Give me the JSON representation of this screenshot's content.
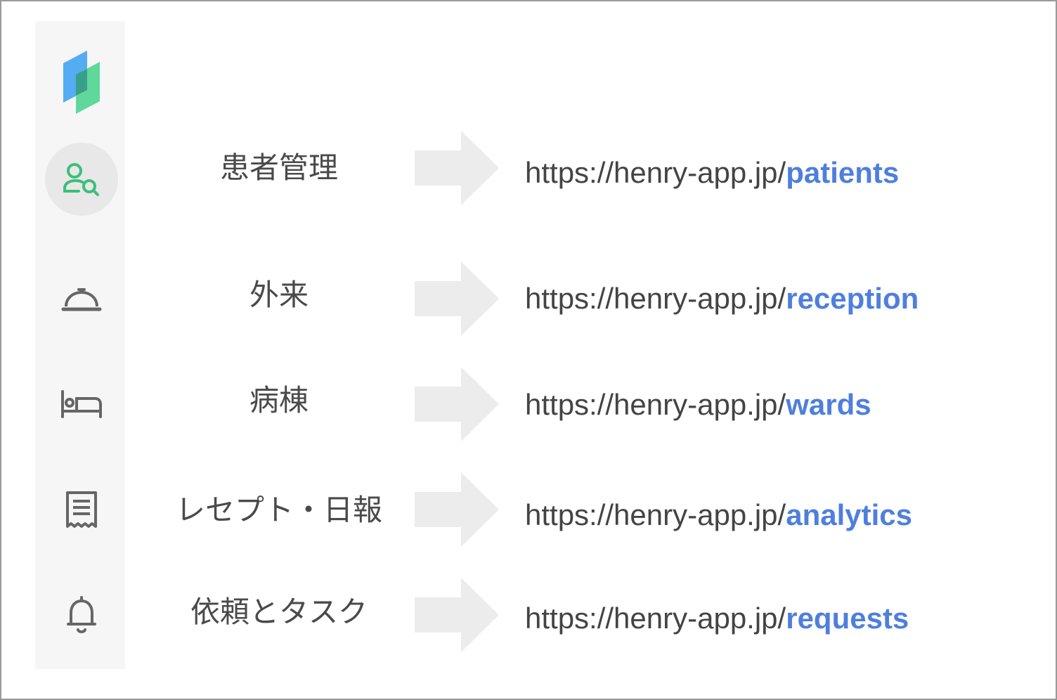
{
  "colors": {
    "accent_link": "#4f7fdd",
    "active_icon": "#3bbf7a",
    "icon_gray": "#666666",
    "arrow_fill": "#ececec"
  },
  "nav": [
    {
      "icon": "person-search-icon",
      "active": true
    },
    {
      "icon": "reception-bell-icon",
      "active": false
    },
    {
      "icon": "bed-icon",
      "active": false
    },
    {
      "icon": "receipt-icon",
      "active": false
    },
    {
      "icon": "bell-icon",
      "active": false
    }
  ],
  "rows": [
    {
      "label": "患者管理",
      "url_base": "https://henry-app.jp/",
      "url_path": "patients"
    },
    {
      "label": "外来",
      "url_base": "https://henry-app.jp/",
      "url_path": "reception"
    },
    {
      "label": "病棟",
      "url_base": "https://henry-app.jp/",
      "url_path": "wards"
    },
    {
      "label": "レセプト・日報",
      "url_base": "https://henry-app.jp/",
      "url_path": "analytics"
    },
    {
      "label": "依頼とタスク",
      "url_base": "https://henry-app.jp/",
      "url_path": "requests"
    }
  ]
}
